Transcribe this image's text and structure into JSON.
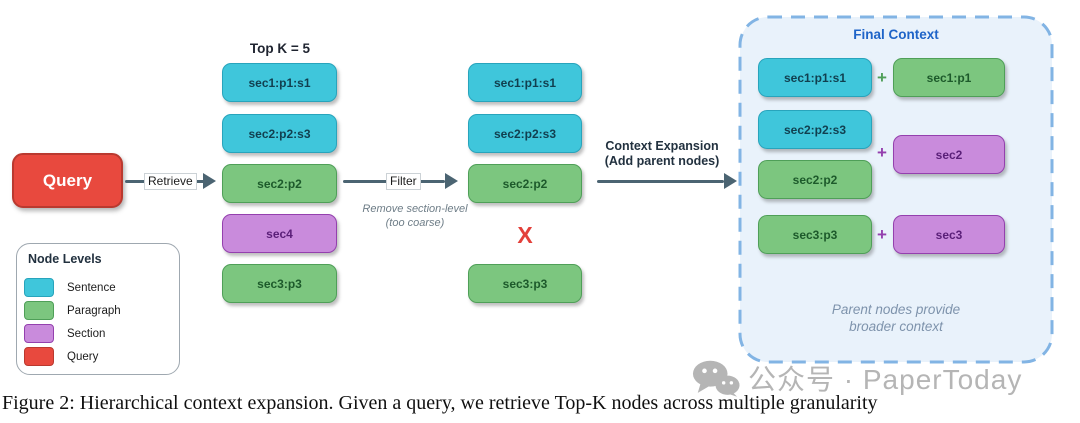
{
  "colors": {
    "sentence_fill": "#3FC6DB",
    "sentence_border": "#28A4BC",
    "sentence_text": "#113F4F",
    "paragraph_fill": "#7CC67F",
    "paragraph_border": "#4F9F58",
    "paragraph_text": "#1D5A2B",
    "section_fill": "#C98BDC",
    "section_border": "#9440AE",
    "section_text": "#5A1F78",
    "query_fill": "#E8493E",
    "query_border": "#BA392F",
    "query_text": "#FFFFFF",
    "arrow": "#4B6472",
    "final_bg": "#E9F2FB",
    "final_border": "#82B4E4",
    "final_title": "#1E64C8",
    "note_gray": "#6E7D87",
    "final_note": "#7E93AC",
    "x_mark": "#E3403A",
    "watermark": "#B5B5B5"
  },
  "query_box": {
    "label": "Query"
  },
  "arrows": {
    "retrieve": {
      "label": "Retrieve"
    },
    "filter": {
      "label": "Filter",
      "note_line1": "Remove section-level",
      "note_line2": "(too coarse)"
    },
    "expand": {
      "label_line1": "Context Expansion",
      "label_line2": "(Add parent nodes)"
    }
  },
  "top_k": {
    "title": "Top K = 5",
    "nodes": [
      {
        "label": "sec1:p1:s1",
        "level": "sentence"
      },
      {
        "label": "sec2:p2:s3",
        "level": "sentence"
      },
      {
        "label": "sec2:p2",
        "level": "paragraph"
      },
      {
        "label": "sec4",
        "level": "section"
      },
      {
        "label": "sec3:p3",
        "level": "paragraph"
      }
    ]
  },
  "filtered": {
    "removed_mark": "X",
    "nodes": [
      {
        "label": "sec1:p1:s1",
        "level": "sentence"
      },
      {
        "label": "sec2:p2:s3",
        "level": "sentence"
      },
      {
        "label": "sec2:p2",
        "level": "paragraph"
      },
      {
        "label": "sec3:p3",
        "level": "paragraph"
      }
    ]
  },
  "final_context": {
    "title": "Final Context",
    "plus": "+",
    "left_nodes": [
      {
        "label": "sec1:p1:s1",
        "level": "sentence"
      },
      {
        "label": "sec2:p2:s3",
        "level": "sentence"
      },
      {
        "label": "sec2:p2",
        "level": "paragraph"
      },
      {
        "label": "sec3:p3",
        "level": "paragraph"
      }
    ],
    "parent_nodes": [
      {
        "label": "sec1:p1",
        "level": "paragraph"
      },
      {
        "label": "sec2",
        "level": "section"
      },
      {
        "label": "sec3",
        "level": "section"
      }
    ],
    "note_line1": "Parent nodes provide",
    "note_line2": "broader context"
  },
  "legend": {
    "title": "Node Levels",
    "items": [
      {
        "label": "Sentence",
        "level": "sentence"
      },
      {
        "label": "Paragraph",
        "level": "paragraph"
      },
      {
        "label": "Section",
        "level": "section"
      },
      {
        "label": "Query",
        "level": "query"
      }
    ]
  },
  "watermark": {
    "text": "公众号 · PaperToday"
  },
  "caption": "Figure 2: Hierarchical context expansion. Given a query, we retrieve Top-K nodes across multiple granularity"
}
